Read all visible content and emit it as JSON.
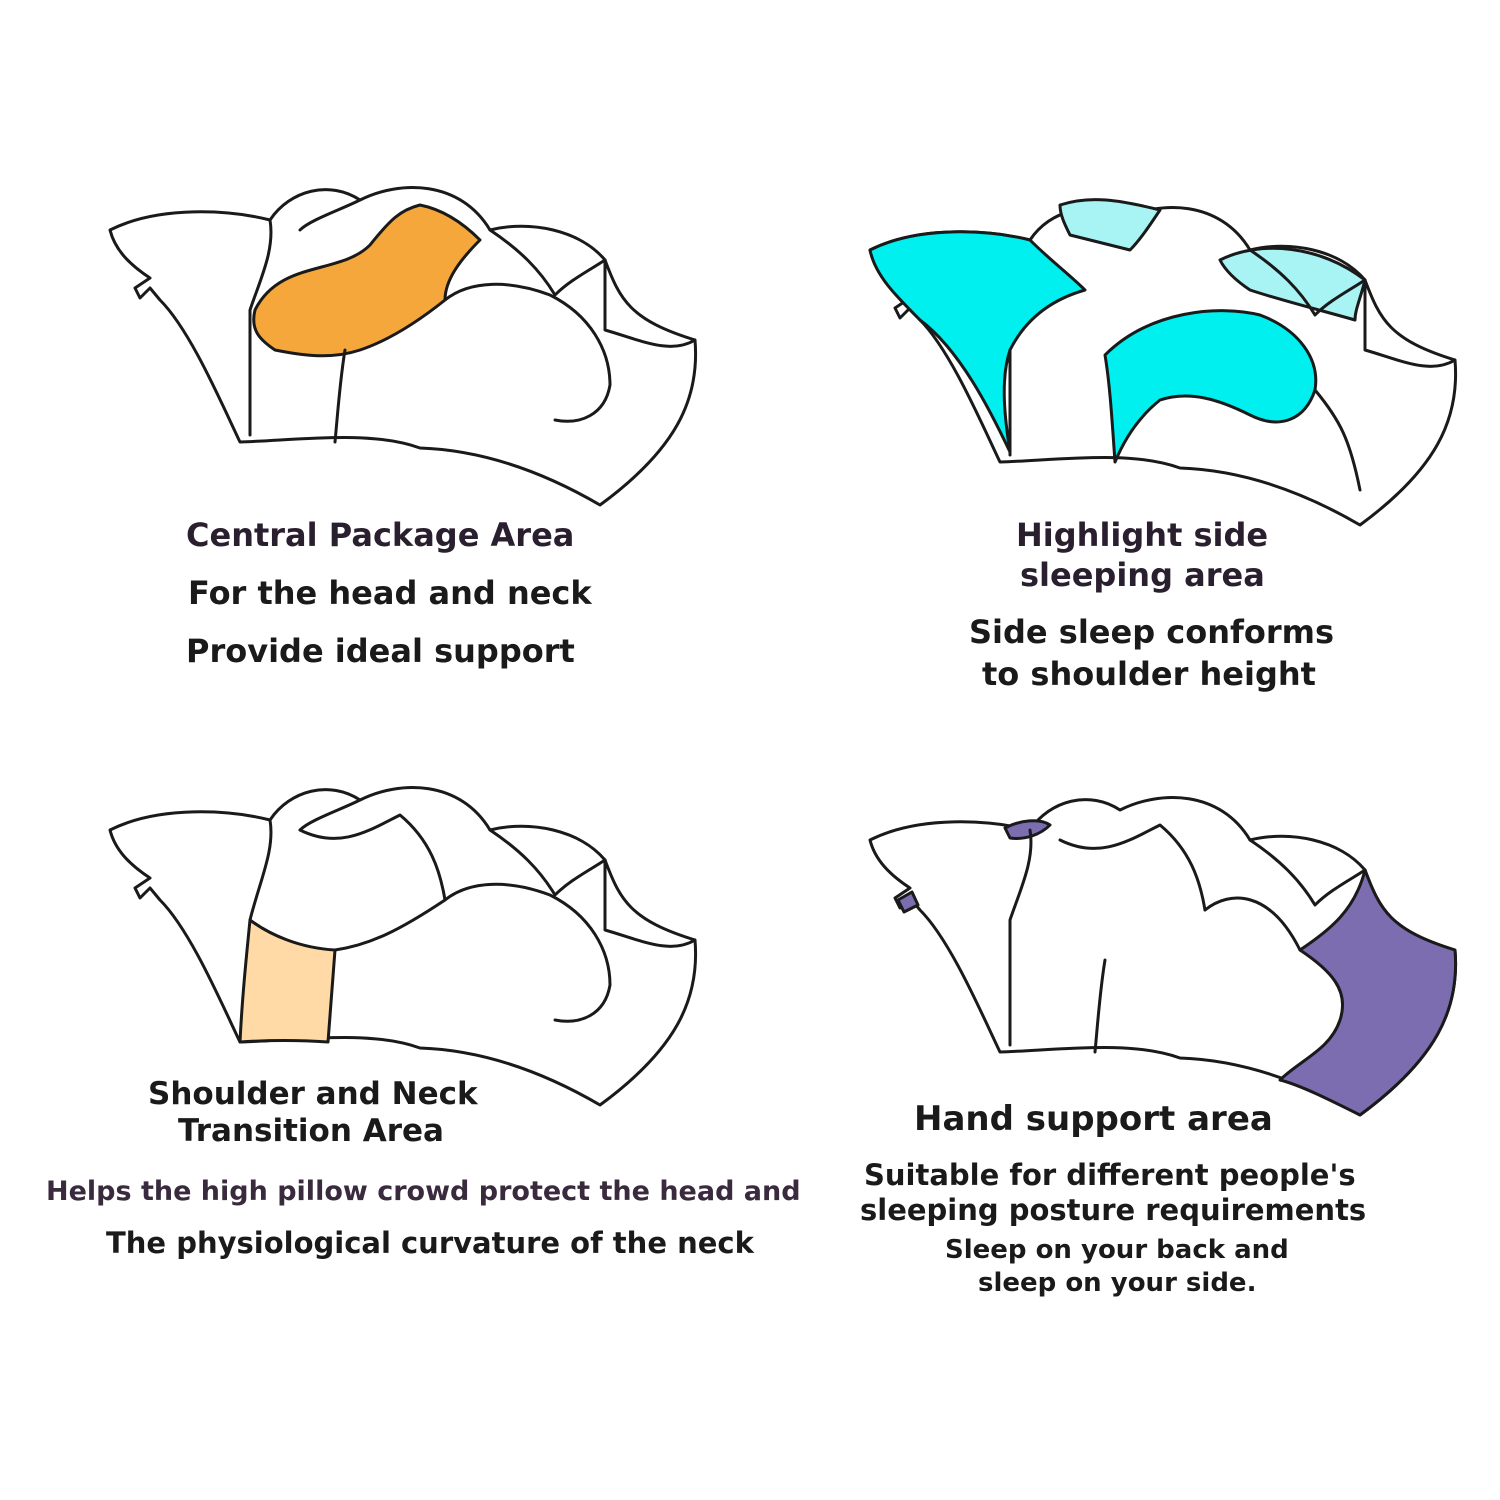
{
  "colors": {
    "central": "#F5A73C",
    "side_strong": "#00F0F0",
    "side_light": "#A8F4F4",
    "transition": "#FFD9A6",
    "hand": "#7B6DB0",
    "text_title": "#2a1f2e",
    "text_body": "#1a1a1a"
  },
  "panels": [
    {
      "id": "central",
      "title": "Central Package Area",
      "lines": [
        "For the head and neck",
        "Provide ideal support"
      ]
    },
    {
      "id": "side",
      "title_lines": [
        "Highlight side",
        "sleeping area"
      ],
      "lines": [
        "Side sleep conforms",
        "to shoulder height"
      ]
    },
    {
      "id": "transition",
      "title_lines": [
        "Shoulder and Neck",
        "Transition Area"
      ],
      "lines": [
        "Helps the high pillow crowd protect the head and",
        "The physiological curvature of the neck"
      ]
    },
    {
      "id": "hand",
      "title": "Hand support area",
      "lines": [
        "Suitable for different people's",
        "sleeping posture requirements"
      ],
      "sub_lines": [
        "Sleep on your back and",
        "sleep on your side."
      ]
    }
  ]
}
